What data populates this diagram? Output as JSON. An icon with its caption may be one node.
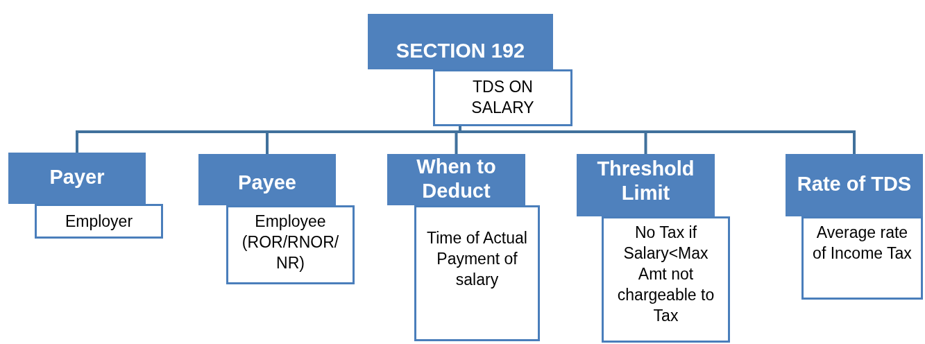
{
  "diagram": {
    "nodes": [
      {
        "text": [
          "SECTION 192"
        ]
      },
      {
        "text": [
          "TDS ON SALARY"
        ]
      },
      {
        "text": [
          "Payer"
        ]
      },
      {
        "text": [
          "Employer"
        ]
      },
      {
        "text": [
          "Payee"
        ]
      },
      {
        "text": [
          "Employee (ROR/RNOR/ NR)"
        ]
      },
      {
        "text": [
          "When to Deduct"
        ]
      },
      {
        "text": [
          "Time of Actual Payment of salary"
        ]
      },
      {
        "text": [
          "Threshold Limit"
        ]
      },
      {
        "text": [
          "No Tax if Salary<Max Amt not chargeable to Tax"
        ]
      },
      {
        "text": [
          "Rate of TDS"
        ]
      },
      {
        "text": [
          "Average rate of Income Tax"
        ]
      }
    ],
    "edges": [
      {
        "from": 1,
        "to": 2,
        "arrow": "none"
      },
      {
        "from": 1,
        "to": 4,
        "arrow": "none"
      },
      {
        "from": 1,
        "to": 6,
        "arrow": "none"
      },
      {
        "from": 1,
        "to": 8,
        "arrow": "none"
      },
      {
        "from": 1,
        "to": 10,
        "arrow": "none"
      }
    ]
  }
}
